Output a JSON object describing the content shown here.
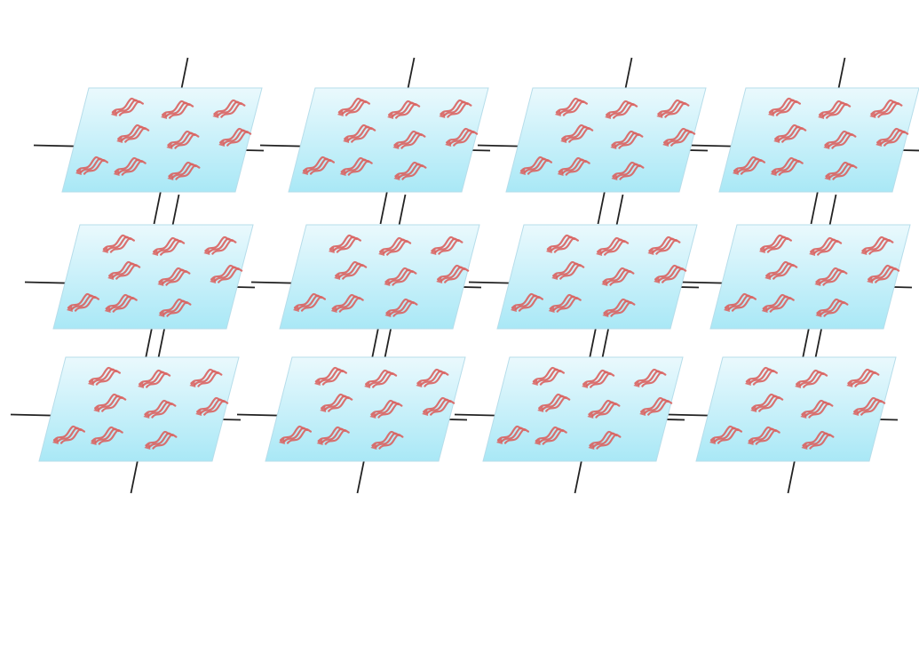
{
  "diagram": {
    "grid": {
      "rows": 3,
      "columns": 4
    },
    "panel_fill_top": "#EAF9FD",
    "panel_fill_bottom": "#A9E8F6",
    "panel_stroke": "#B6DDEA",
    "motif_color": "#D9625F",
    "axis_color": "#222222",
    "motifs_per_panel": 9,
    "icon": "wavy-arrow-cluster-icon"
  }
}
